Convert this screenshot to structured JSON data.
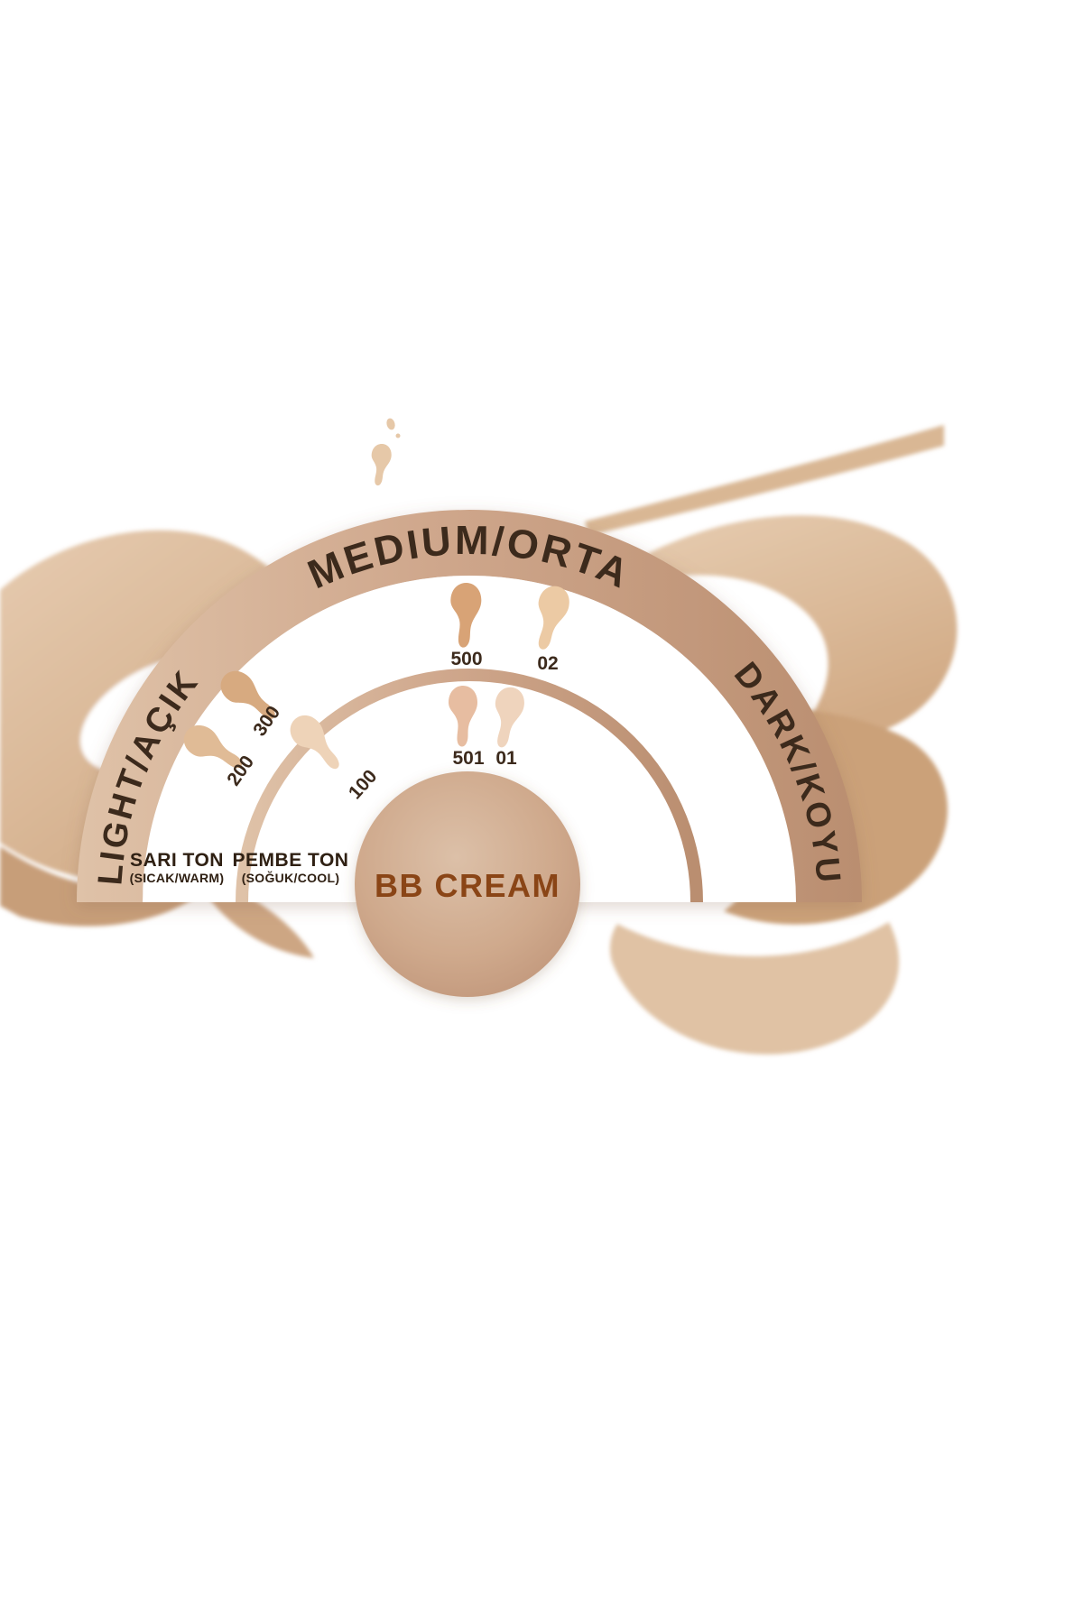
{
  "diagram": {
    "center_label": "BB CREAM",
    "arc_labels": {
      "left": "LIGHT/AÇIK",
      "top": "MEDIUM/ORTA",
      "right": "DARK/KOYU"
    },
    "tone_groups": [
      {
        "name": "SARI TON",
        "sub": "(SICAK/WARM)"
      },
      {
        "name": "PEMBE TON",
        "sub": "(SOĞUK/COOL)"
      }
    ],
    "shades": [
      {
        "label": "200",
        "color": "#e0bb96",
        "ring": "outer"
      },
      {
        "label": "300",
        "color": "#d7aa80",
        "ring": "outer"
      },
      {
        "label": "100",
        "color": "#eed3b8",
        "ring": "outer"
      },
      {
        "label": "500",
        "color": "#d8a376",
        "ring": "outer"
      },
      {
        "label": "02",
        "color": "#eccaa4",
        "ring": "outer"
      },
      {
        "label": "501",
        "color": "#e7bda1",
        "ring": "inner"
      },
      {
        "label": "01",
        "color": "#efd4bd",
        "ring": "inner"
      }
    ],
    "palette": {
      "band_light": "#dfc2a8",
      "band": "#cfa78c",
      "band_dark": "#ba8e70",
      "ink": "#3c2a1c",
      "center_text": "#8a4517",
      "circle_light": "#dcc0a8",
      "circle_dark": "#bb8f74",
      "smear": "#dcbb9a",
      "background": "#ffffff"
    }
  }
}
